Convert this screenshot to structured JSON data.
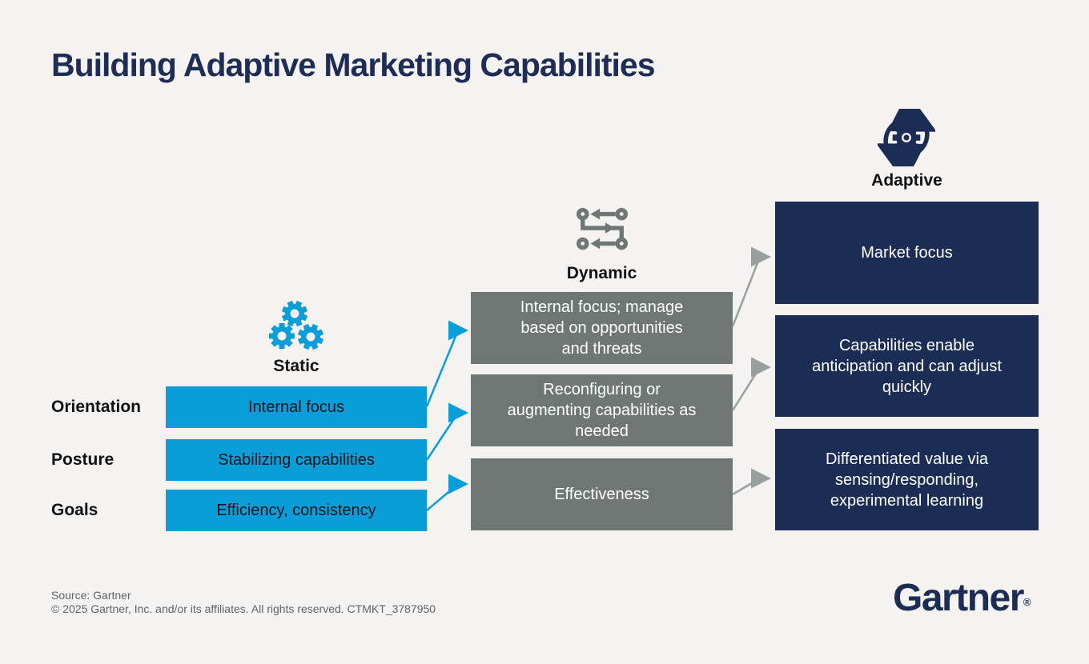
{
  "title": "Building Adaptive Marketing Capabilities",
  "colors": {
    "background": "#f4f3f2",
    "static_blue": "#0b9dd9",
    "dynamic_gray": "#6e7773",
    "adaptive_navy": "#1c2d55",
    "connector_gray": "#989f9c",
    "title_navy": "#1f2c56",
    "footer_text": "#5f6466"
  },
  "row_labels": [
    "Orientation",
    "Posture",
    "Goals"
  ],
  "columns": [
    {
      "id": "static",
      "label": "Static",
      "icon": "gears-icon",
      "items": [
        "Internal focus",
        "Stabilizing capabilities",
        "Efficiency, consistency"
      ]
    },
    {
      "id": "dynamic",
      "label": "Dynamic",
      "icon": "flow-shuffle-icon",
      "items": [
        "Internal focus; manage based on opportunities and threats",
        "Reconfiguring or augmenting capabilities as needed",
        "Effectiveness"
      ]
    },
    {
      "id": "adaptive",
      "label": "Adaptive",
      "icon": "cycle-gear-icon",
      "items": [
        "Market focus",
        "Capabilities enable anticipation and can adjust quickly",
        "Differentiated value via sensing/responding, experimental learning"
      ]
    }
  ],
  "footer": {
    "source": "Source: Gartner",
    "copyright": "© 2025 Gartner, Inc. and/or its affiliates. All rights reserved. CTMKT_3787950",
    "logo": "Gartner",
    "logo_mark": "®"
  }
}
